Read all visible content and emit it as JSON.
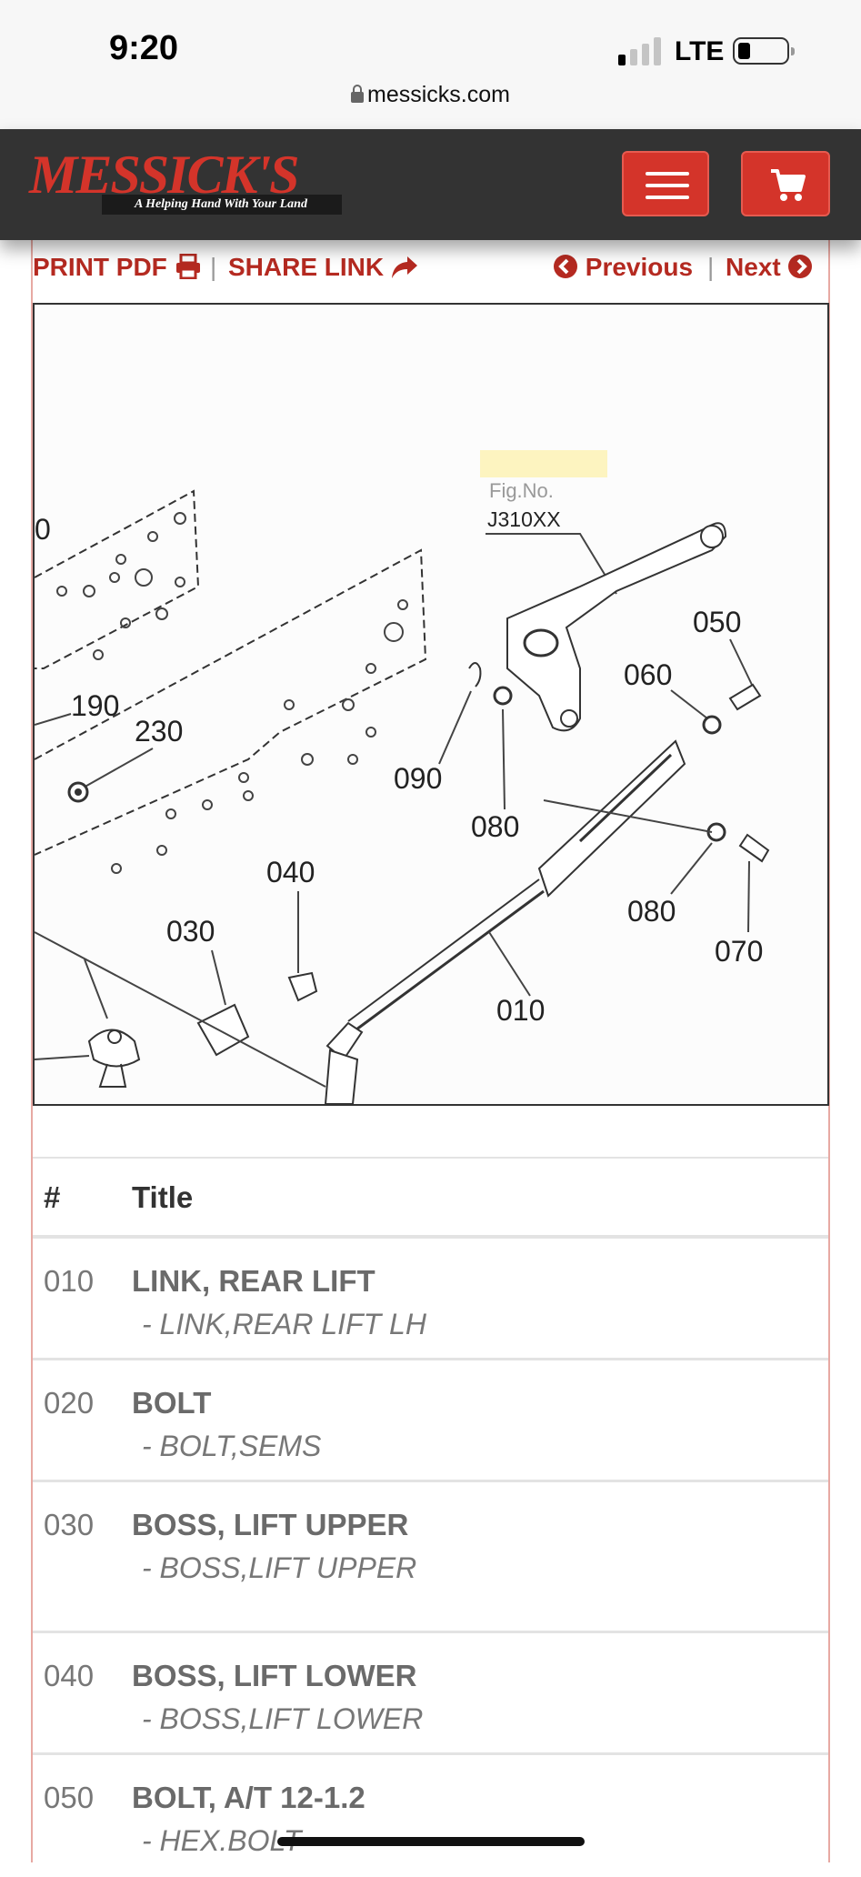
{
  "status_bar": {
    "time": "9:20",
    "network": "LTE",
    "url": "messicks.com"
  },
  "header": {
    "logo_text": "MESSICK'S",
    "logo_tagline": "A Helping Hand With Your Land",
    "brand_color": "#d4342a",
    "header_bg": "#333333"
  },
  "toolbar": {
    "print_label": "PRINT PDF",
    "share_label": "SHARE LINK",
    "previous_label": "Previous",
    "next_label": "Next",
    "separator": "|"
  },
  "diagram": {
    "fig_label": "Fig.No.",
    "fig_number": "J310XX",
    "callouts": [
      "0",
      "190",
      "230",
      "090",
      "080",
      "060",
      "050",
      "040",
      "030",
      "080",
      "070",
      "010"
    ]
  },
  "table": {
    "col_num": "#",
    "col_title": "Title",
    "rows": [
      {
        "num": "010",
        "title": "LINK, REAR LIFT",
        "desc": "- LINK,REAR LIFT LH"
      },
      {
        "num": "020",
        "title": "BOLT",
        "desc": "- BOLT,SEMS"
      },
      {
        "num": "030",
        "title": "BOSS, LIFT UPPER",
        "desc": "- BOSS,LIFT UPPER"
      },
      {
        "num": "040",
        "title": "BOSS, LIFT LOWER",
        "desc": "- BOSS,LIFT LOWER"
      },
      {
        "num": "050",
        "title": "BOLT, A/T 12-1.2",
        "desc": "- HEX.BOLT"
      }
    ]
  }
}
